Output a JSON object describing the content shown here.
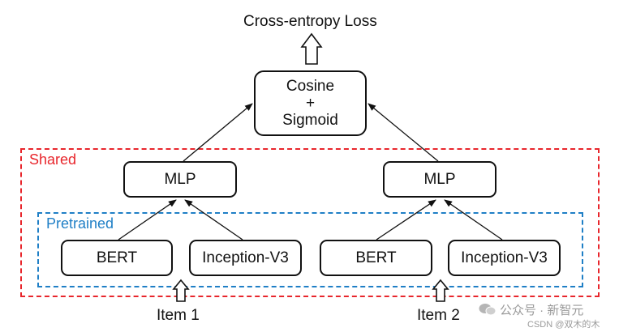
{
  "colors": {
    "shared_region": "#e8262c",
    "pretrained_region": "#1f7fc6",
    "ink": "#111111",
    "watermark": "#9a9a9a"
  },
  "loss_label": "Cross-entropy Loss",
  "similarity_node": {
    "line1": "Cosine",
    "line2": "+",
    "line3": "Sigmoid"
  },
  "shared_region": {
    "label": "Shared"
  },
  "pretrained_region": {
    "label": "Pretrained"
  },
  "tower_left": {
    "mlp_label": "MLP",
    "text_encoder_label": "BERT",
    "image_encoder_label": "Inception-V3",
    "input_label": "Item 1"
  },
  "tower_right": {
    "mlp_label": "MLP",
    "text_encoder_label": "BERT",
    "image_encoder_label": "Inception-V3",
    "input_label": "Item 2"
  },
  "watermark": {
    "line1": "公众号 · 新智元",
    "line2": "CSDN @双木的木",
    "icon": "wechat-icon"
  }
}
